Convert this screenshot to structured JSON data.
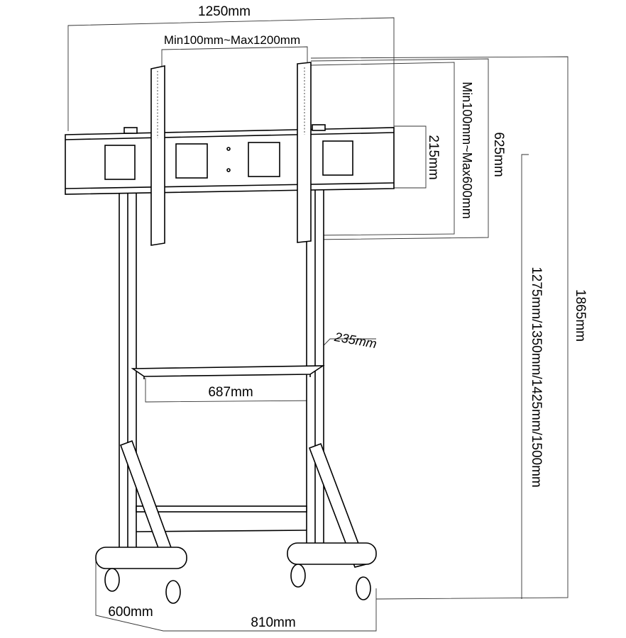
{
  "dimensions": {
    "overall_width": "1250mm",
    "vesa_horizontal": "Min100mm~Max1200mm",
    "crossbar_height": "215mm",
    "vesa_vertical": "Min100mm~Max600mm",
    "bracket_height": "625mm",
    "total_height": "1865mm",
    "center_heights": "1275mm/1350mm/1425mm/1500mm",
    "shelf_depth": "235mm",
    "shelf_width": "687mm",
    "base_depth": "600mm",
    "base_width": "810mm"
  }
}
